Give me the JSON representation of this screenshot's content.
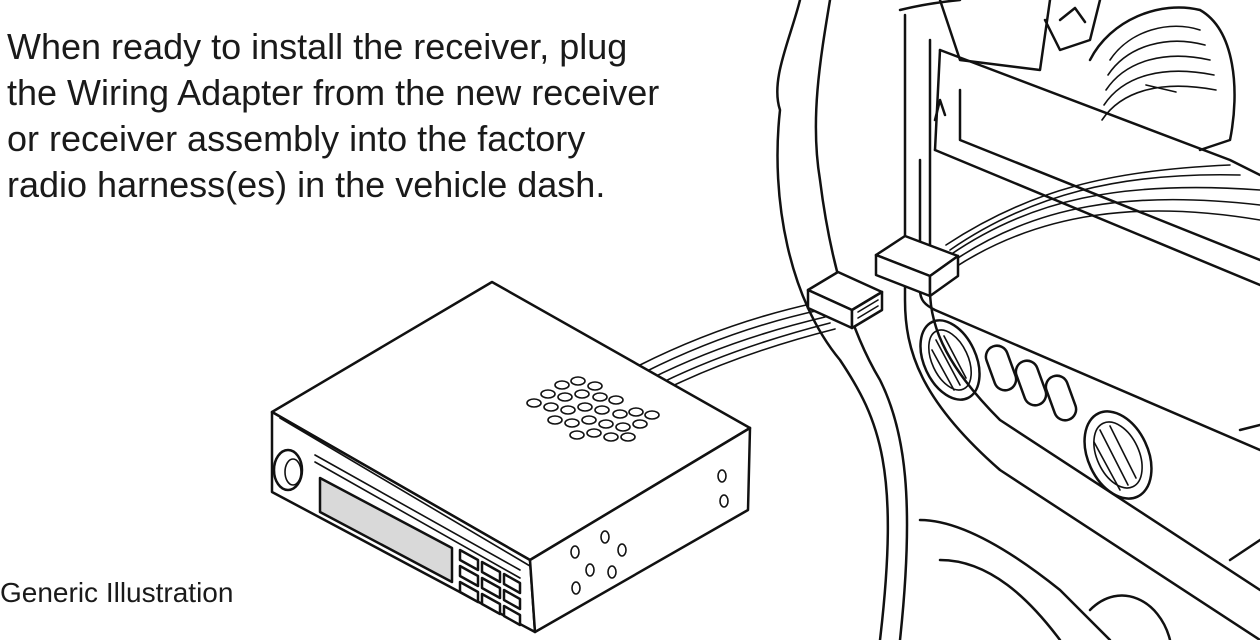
{
  "instruction": {
    "lines": [
      "When ready to install the receiver, plug",
      "the Wiring Adapter from the new receiver",
      "or receiver assembly into the factory",
      "radio harness(es) in the vehicle dash."
    ]
  },
  "caption": "Generic Illustration"
}
